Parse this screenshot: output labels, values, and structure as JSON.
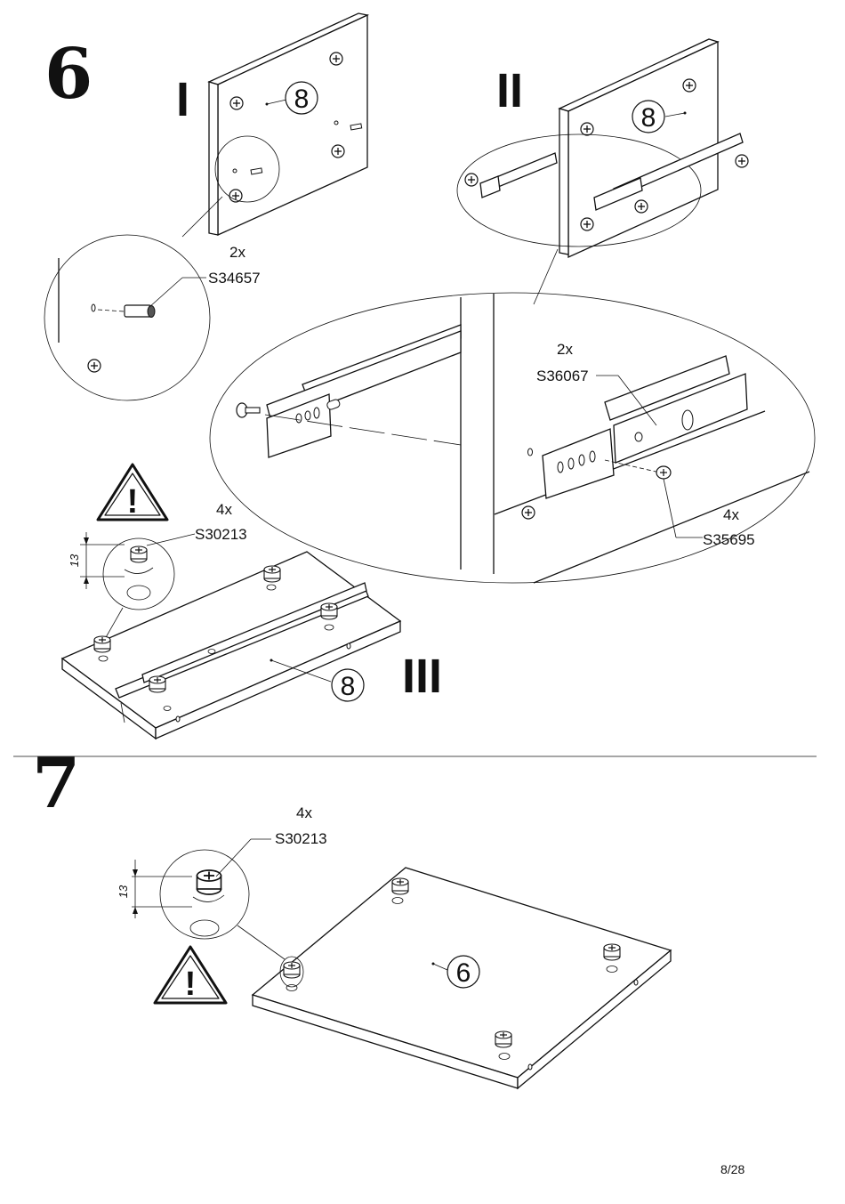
{
  "steps": [
    {
      "number": "6",
      "subs": [
        {
          "label": "I",
          "part": "8",
          "hardware": [
            {
              "qty": "2x",
              "code": "S34657"
            }
          ]
        },
        {
          "label": "II",
          "part": "8",
          "hardware": [
            {
              "qty": "2x",
              "code": "S36067"
            },
            {
              "qty": "4x",
              "code": "S35695"
            }
          ]
        },
        {
          "label": "III",
          "part": "8",
          "hardware": [
            {
              "qty": "4x",
              "code": "S30213"
            }
          ],
          "dimension": "13"
        }
      ]
    },
    {
      "number": "7",
      "part": "6",
      "hardware": [
        {
          "qty": "4x",
          "code": "S30213"
        }
      ],
      "dimension": "13"
    }
  ],
  "warning_symbol": "!",
  "icons": [
    "warning-triangle-icon",
    "screw-icon",
    "dowel-icon",
    "cam-lock-icon",
    "drawer-runner-icon"
  ],
  "page_number": "8/28"
}
